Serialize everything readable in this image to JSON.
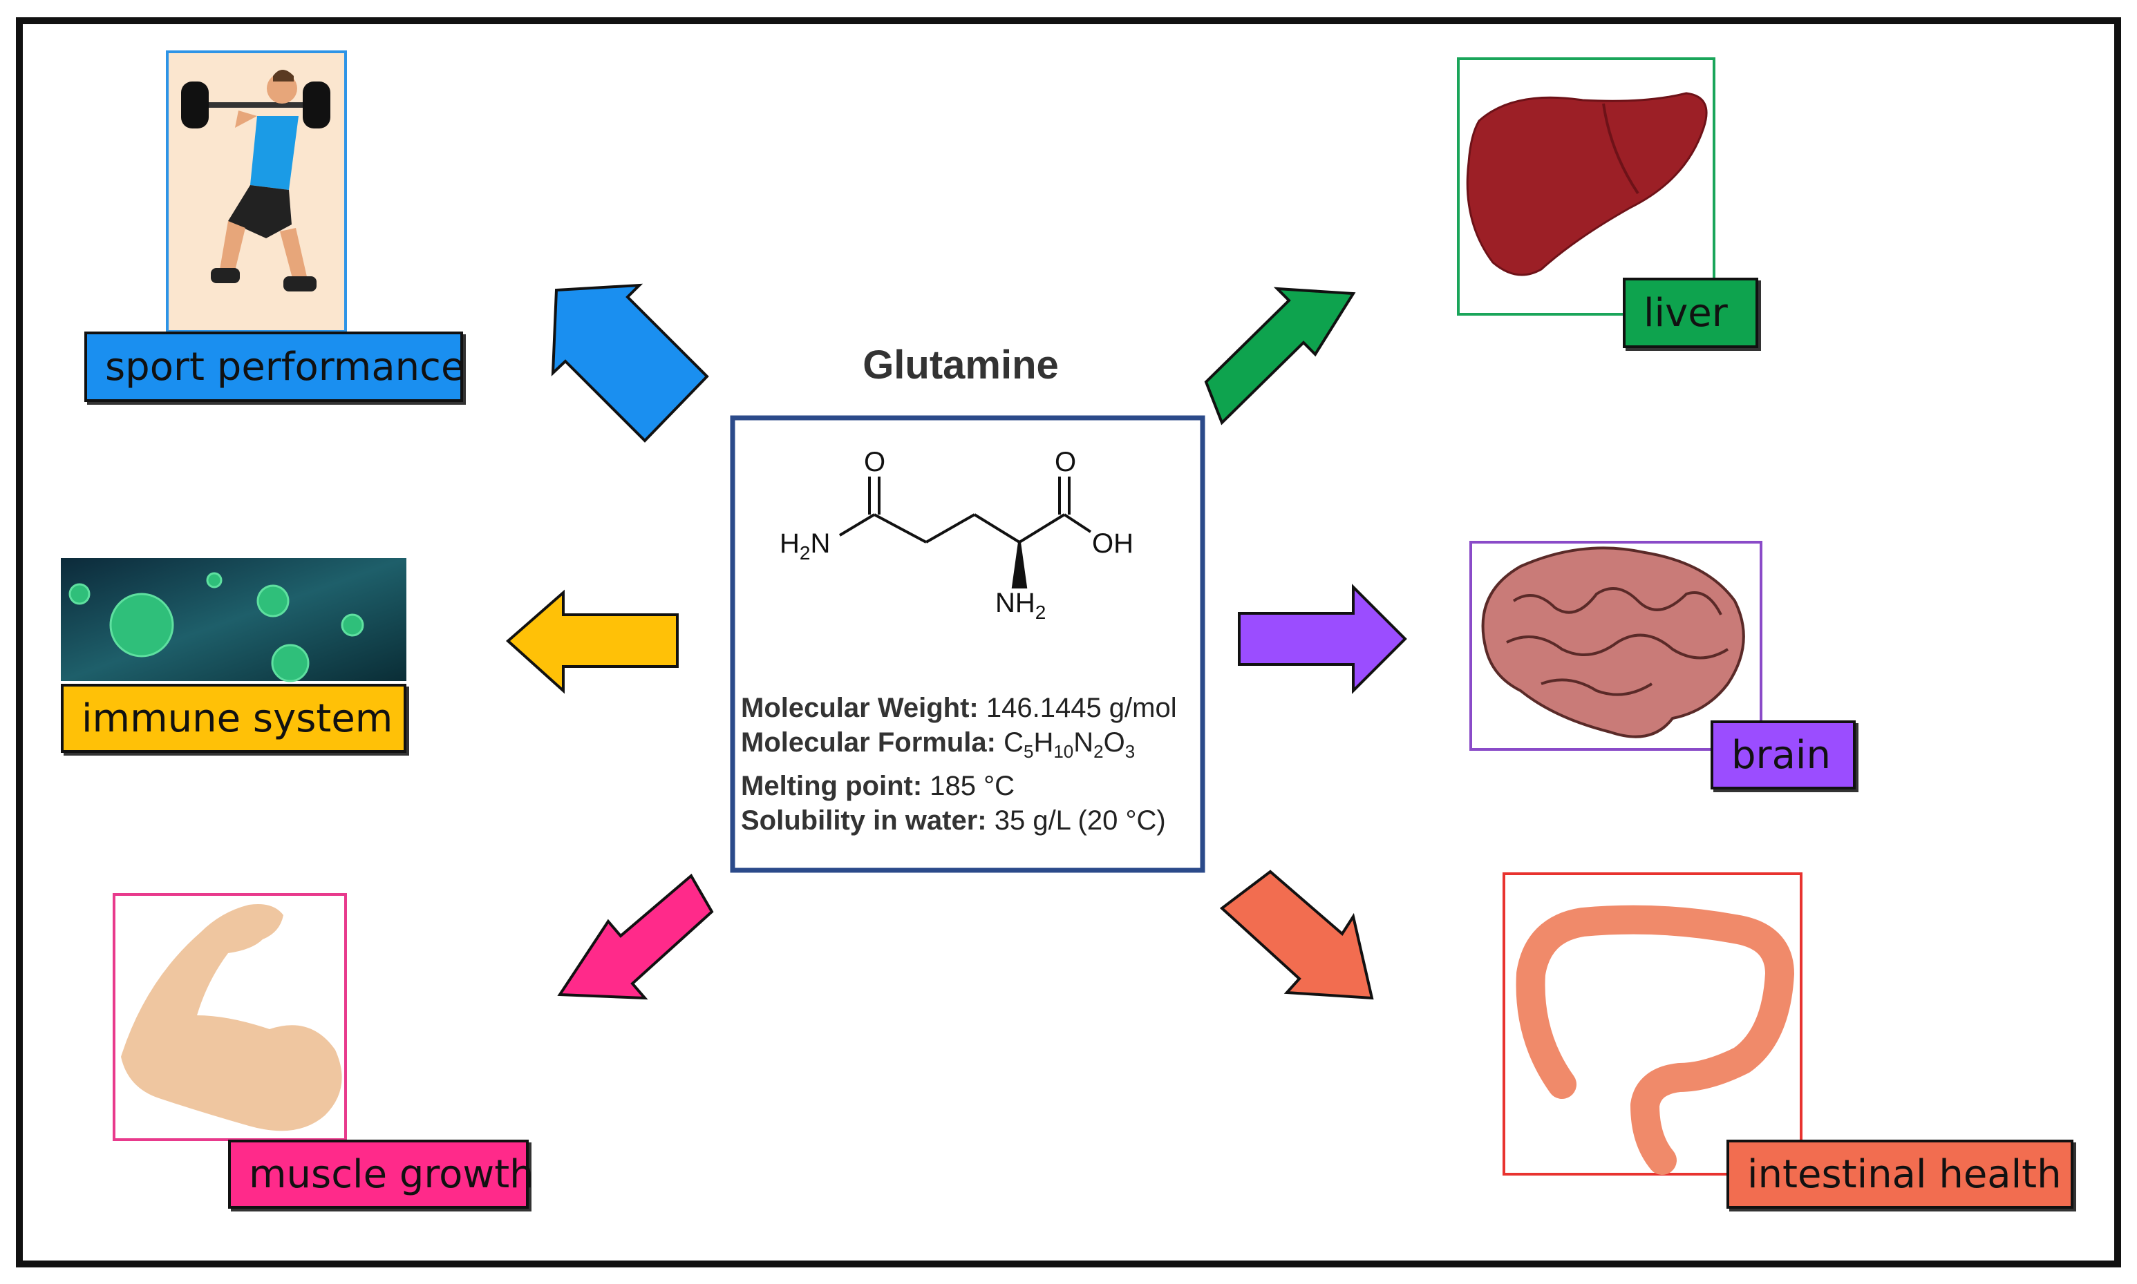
{
  "title": "Glutamine",
  "molecule": {
    "atoms": {
      "o_left": "O",
      "o_right": "O",
      "nh2_left": "H2N",
      "oh": "OH",
      "nh2_bottom": "NH2"
    }
  },
  "properties": {
    "mw_label": "Molecular Weight:",
    "mw_value": "146.1445 g/mol",
    "mf_label": "Molecular Formula:",
    "mf_value": "C5H10N2O3",
    "mp_label": "Melting point:",
    "mp_value": "185 °C",
    "sol_label": "Solubility in water:",
    "sol_value": "35 g/L (20 °C)"
  },
  "targets": {
    "sport": {
      "label": "sport performance",
      "color": "#1a8ff0"
    },
    "liver": {
      "label": "liver",
      "color": "#0ea34e"
    },
    "immune": {
      "label": "immune system",
      "color": "#ffc107"
    },
    "brain": {
      "label": "brain",
      "color": "#9b4dff"
    },
    "muscle": {
      "label": "muscle growth",
      "color": "#ff2a8a"
    },
    "intestine": {
      "label": "intestinal health",
      "color": "#f26d50"
    }
  },
  "colors": {
    "frame": "#111111",
    "center_box": "#2b4a8a"
  }
}
